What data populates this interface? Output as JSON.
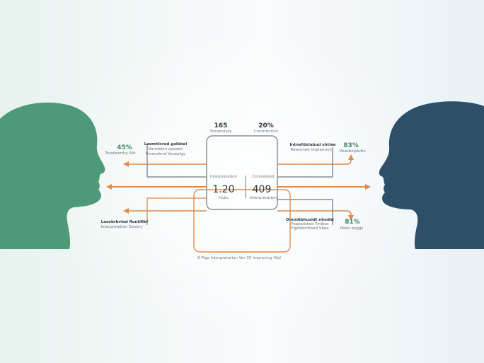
{
  "colors": {
    "left_head": "#4e9a78",
    "right_head": "#2d5068",
    "arrow_orange": "#e08a4a",
    "line_gray": "#8a8f94",
    "text_dark": "#2f3a44",
    "text_green": "#3f8a66",
    "text_muted": "#6b7580"
  },
  "center": {
    "left_panel": {
      "top_value": "165",
      "top_caption": "Vocabulary",
      "header": "Interpretation",
      "value": "1.20",
      "caption": "Hubs"
    },
    "right_panel": {
      "top_value": "20%",
      "top_caption": "Contribution",
      "header": "Considered",
      "value": "409",
      "caption": "Interpretation"
    },
    "bottom_caption": "9 Plge Interpretation Ver 35 Improving Vbjl"
  },
  "left_top": {
    "value": "45%",
    "caption": "Trustworthy Alit",
    "heading": "Lasmhlcred gaibbel",
    "sub1": "Varrnblen opeaiot",
    "sub2": "Pmeoslnrd Vouealgy"
  },
  "left_bottom": {
    "heading": "Lasobrbvled flontifibf",
    "sub": "Interpretation Sonbry"
  },
  "right_top": {
    "value": "83%",
    "caption": "Vbasbolpbdts",
    "heading": "Intnefdstabud shtlae",
    "sub": "Reasoned Implement"
  },
  "right_bottom": {
    "value": "81%",
    "caption": "Pkois byggs",
    "heading": "Dmodtbhusidt nhodid",
    "sub1": "Poppalisted Tmibes",
    "sub2": "Fgpbbhrlbsed Vbps"
  }
}
